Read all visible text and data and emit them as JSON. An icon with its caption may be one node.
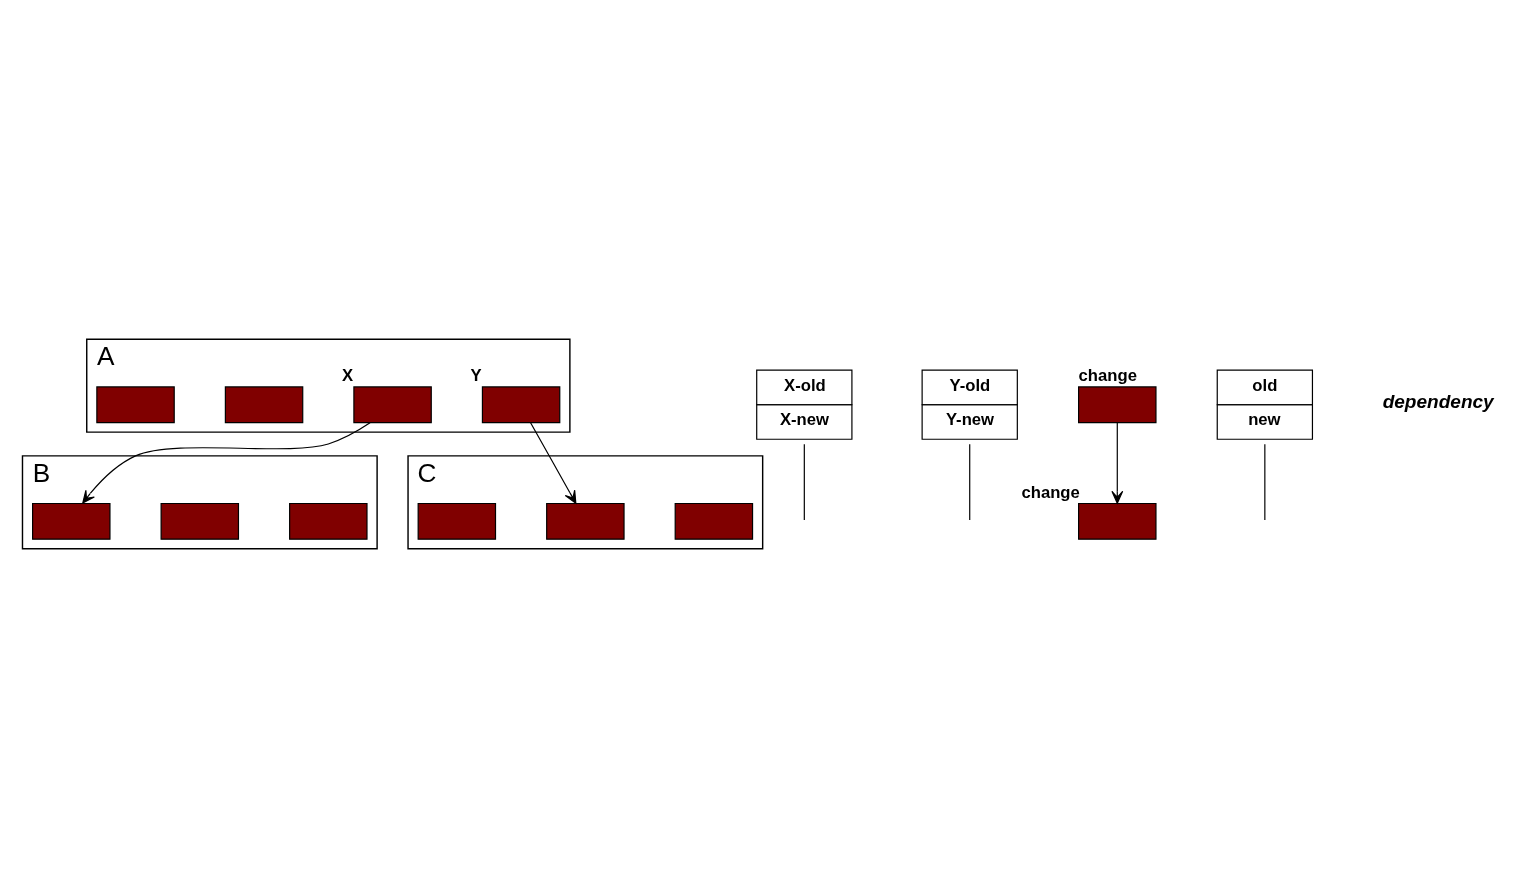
{
  "diagram": {
    "nodes": [
      {
        "text": [
          "A"
        ]
      },
      {
        "text": [],
        "shape": "box",
        "in": 0
      },
      {
        "text": [],
        "shape": "box",
        "in": 0
      },
      {
        "text": [],
        "shape": "box",
        "in": 0,
        "beside": [
          "X"
        ]
      },
      {
        "text": [],
        "shape": "box",
        "in": 0,
        "beside": [
          "Y"
        ]
      },
      {
        "text": [
          "X-old",
          "X-new"
        ]
      },
      {
        "text": [
          "Y-old",
          "Y-new"
        ]
      },
      {
        "text": [
          "B"
        ]
      },
      {
        "text": [],
        "shape": "box",
        "in": 7
      },
      {
        "text": [],
        "shape": "box",
        "in": 7
      },
      {
        "text": [],
        "shape": "box",
        "in": 7
      },
      {
        "text": [
          "C"
        ]
      },
      {
        "text": [],
        "shape": "box",
        "in": 11
      },
      {
        "text": [],
        "shape": "box",
        "in": 11
      },
      {
        "text": [],
        "shape": "box",
        "in": 11
      },
      {
        "text": [],
        "shape": "box",
        "beside": [
          "change"
        ]
      },
      {
        "text": [],
        "shape": "box",
        "beside": [
          "change"
        ]
      },
      {
        "text": [
          "old",
          "new"
        ]
      }
    ],
    "edges": [
      {
        "from": 3,
        "to": 8,
        "arrow": "to"
      },
      {
        "from": 4,
        "to": 13,
        "arrow": "to"
      },
      {
        "from": 5,
        "to": null,
        "arrow": "none"
      },
      {
        "from": 6,
        "to": null,
        "arrow": "none"
      },
      {
        "from": 15,
        "to": 16,
        "arrow": "to"
      },
      {
        "from": 17,
        "to": null,
        "arrow": "none"
      }
    ],
    "labels": [
      "dependency"
    ]
  }
}
